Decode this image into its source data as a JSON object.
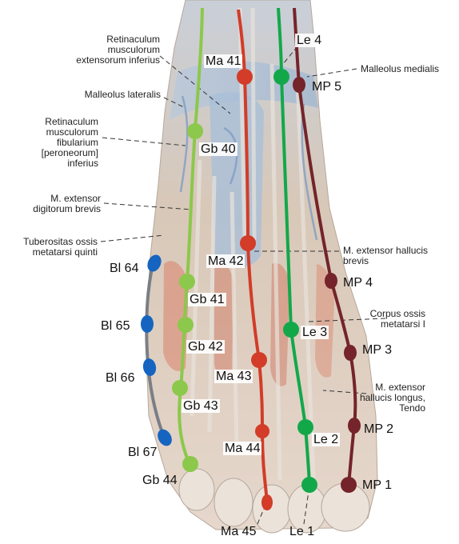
{
  "colors": {
    "gallbladder": "#8cc84b",
    "stomach": "#d23c28",
    "liver": "#12a84a",
    "spleen": "#74242a",
    "bladder": "#1565c0",
    "bladder_line": "#7a7f86"
  },
  "anatomy_labels": {
    "retinaculum_ext_inf": [
      "Retinaculum",
      "musculorum",
      "extensorum inferius"
    ],
    "malleolus_lateralis": "Malleolus lateralis",
    "retinaculum_fib_inf": [
      "Retinaculum",
      "musculorum",
      "fibularium",
      "[peroneorum]",
      "inferius"
    ],
    "ext_digitorum_brevis": [
      "M. extensor",
      "digitorum brevis"
    ],
    "tuberositas": [
      "Tuberositas ossis",
      "metatarsi quinti"
    ],
    "malleolus_medialis": "Malleolus medialis",
    "ext_hallucis_brevis": [
      "M. extensor hallucis",
      "brevis"
    ],
    "corpus_metatarsi": [
      "Corpus ossis",
      "metatarsi I"
    ],
    "ext_hallucis_longus": [
      "M. extensor",
      "hallucis longus,",
      "Tendo"
    ]
  },
  "points": {
    "stomach": [
      "Ma 41",
      "Ma 42",
      "Ma 43",
      "Ma 44",
      "Ma 45"
    ],
    "liver": [
      "Le 4",
      "Le 3",
      "Le 2",
      "Le 1"
    ],
    "spleen": [
      "MP 5",
      "MP 4",
      "MP 3",
      "MP 2",
      "MP 1"
    ],
    "gallbladder": [
      "Gb 40",
      "Gb 41",
      "Gb 42",
      "Gb 43",
      "Gb 44"
    ],
    "bladder": [
      "Bl 64",
      "Bl 65",
      "Bl 66",
      "Bl 67"
    ]
  }
}
